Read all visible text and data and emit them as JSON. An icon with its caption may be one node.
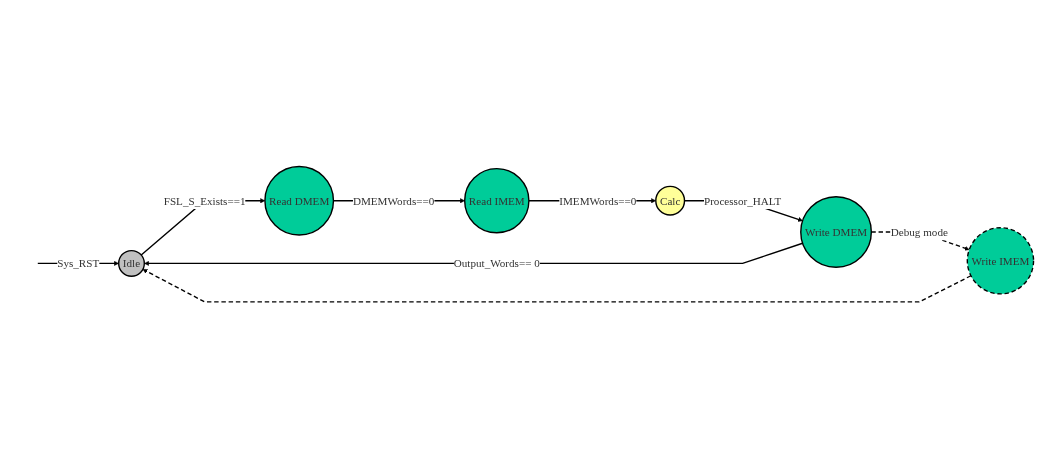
{
  "diagram": {
    "nodes": [
      {
        "text": [
          "Idle"
        ]
      },
      {
        "text": [
          "Read DMEM"
        ]
      },
      {
        "text": [
          "Read IMEM"
        ]
      },
      {
        "text": [
          "Calc"
        ]
      },
      {
        "text": [
          "Write DMEM"
        ]
      },
      {
        "text": [
          "Write IMEM"
        ]
      }
    ],
    "edges": [
      {
        "from": null,
        "to": 0,
        "arrow": "to",
        "label": "Sys_RST"
      },
      {
        "from": 0,
        "to": 1,
        "arrow": "to",
        "label": "FSL_S_Exists==1"
      },
      {
        "from": 1,
        "to": 2,
        "arrow": "to",
        "label": "DMEMWords==0"
      },
      {
        "from": 2,
        "to": 3,
        "arrow": "to",
        "label": "IMEMWords==0"
      },
      {
        "from": 3,
        "to": 4,
        "arrow": "to",
        "label": "Processor_HALT"
      },
      {
        "from": 4,
        "to": 0,
        "arrow": "to",
        "label": "Output_Words== 0"
      },
      {
        "from": 4,
        "to": 5,
        "arrow": "to",
        "label": "Debug mode",
        "style": "dashed"
      },
      {
        "from": 5,
        "to": 0,
        "arrow": "to",
        "style": "dashed"
      }
    ]
  }
}
